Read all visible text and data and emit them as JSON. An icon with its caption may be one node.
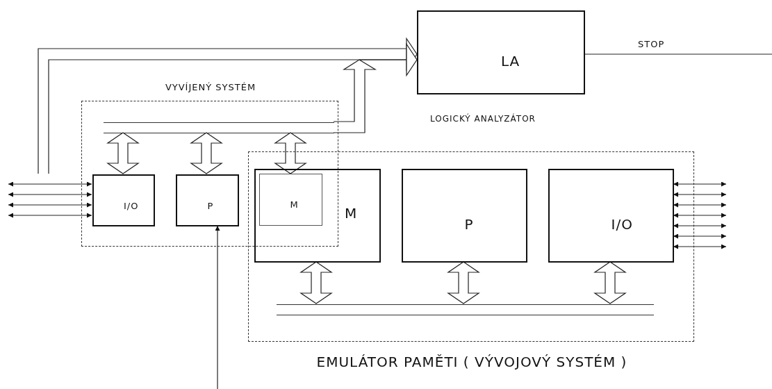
{
  "diagram": {
    "nodes": [
      {
        "text": [
          "VYVÍJENÝ SYSTÉM"
        ]
      },
      {
        "text": [
          "LA"
        ],
        "beside": [
          "LOGICKÝ ANALYZÁTOR"
        ]
      },
      {
        "text": [
          "EMULÁTOR PAMĚTI ( VÝVOJOVÝ SYSTÉM )"
        ]
      },
      {
        "text": [
          "I/O"
        ],
        "in": 0
      },
      {
        "text": [
          "P"
        ],
        "in": 0
      },
      {
        "text": [
          "M"
        ],
        "in": 2
      },
      {
        "text": [
          "M"
        ]
      },
      {
        "text": [
          "P"
        ],
        "in": 2
      },
      {
        "text": [
          "I/O"
        ],
        "in": 2
      },
      {
        "text": [],
        "shape": "bar",
        "in": 0
      },
      {
        "text": [],
        "shape": "bar",
        "in": 2
      }
    ],
    "edges": [
      {
        "from": null,
        "to": 1,
        "arrow": "to"
      },
      {
        "from": 9,
        "to": 1,
        "arrow": "to"
      },
      {
        "from": 3,
        "to": 9,
        "arrow": "both"
      },
      {
        "from": 4,
        "to": 9,
        "arrow": "both"
      },
      {
        "from": 6,
        "to": 9,
        "arrow": "both"
      },
      {
        "from": 5,
        "to": 10,
        "arrow": "both"
      },
      {
        "from": 7,
        "to": 10,
        "arrow": "both"
      },
      {
        "from": 8,
        "to": 10,
        "arrow": "both"
      },
      {
        "from": null,
        "to": 3,
        "arrow": "both"
      },
      {
        "from": null,
        "to": 3,
        "arrow": "both"
      },
      {
        "from": null,
        "to": 3,
        "arrow": "both"
      },
      {
        "from": null,
        "to": 3,
        "arrow": "both"
      },
      {
        "from": 8,
        "to": null,
        "arrow": "both"
      },
      {
        "from": 8,
        "to": null,
        "arrow": "both"
      },
      {
        "from": 8,
        "to": null,
        "arrow": "both"
      },
      {
        "from": 8,
        "to": null,
        "arrow": "both"
      },
      {
        "from": 8,
        "to": null,
        "arrow": "both"
      },
      {
        "from": 8,
        "to": null,
        "arrow": "both"
      },
      {
        "from": 8,
        "to": null,
        "arrow": "both"
      },
      {
        "from": null,
        "to": 4,
        "arrow": "to"
      },
      {
        "from": 1,
        "to": null,
        "arrow": "none",
        "label": "STOP"
      }
    ]
  }
}
